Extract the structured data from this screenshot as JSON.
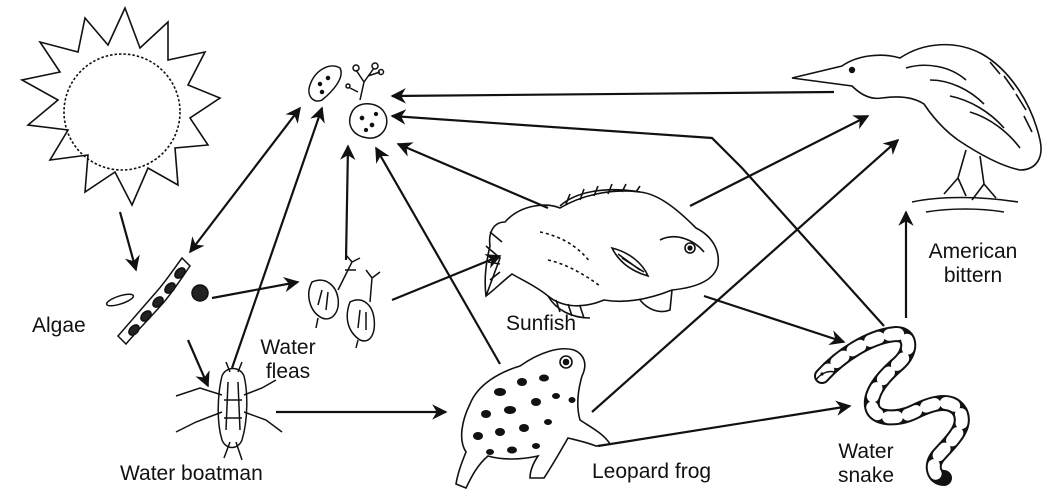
{
  "labels": {
    "algae": "Algae",
    "water_fleas": "Water\nfleas",
    "water_boatman": "Water boatman",
    "sunfish": "Sunfish",
    "leopard_frog": "Leopard frog",
    "american_bittern": "American\nbittern",
    "water_snake": "Water\nsnake"
  },
  "icons": [
    "sun-icon",
    "decomposers-icon",
    "algae-icon",
    "water-fleas-icon",
    "water-boatman-icon",
    "sunfish-icon",
    "leopard-frog-icon",
    "water-snake-icon",
    "american-bittern-icon"
  ],
  "colors": {
    "ink": "#111111",
    "background": "#ffffff"
  }
}
